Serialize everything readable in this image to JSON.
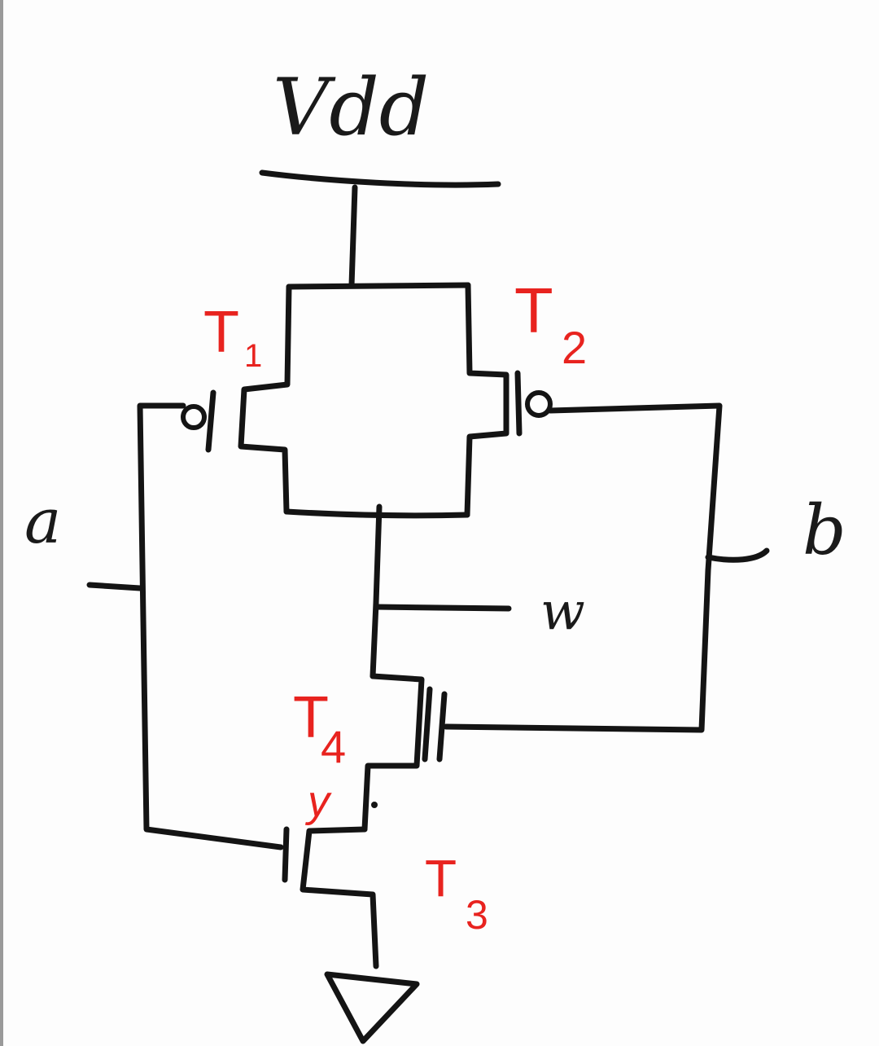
{
  "supply": {
    "label": "Vdd"
  },
  "inputs": {
    "a": "a",
    "b": "b"
  },
  "outputs": {
    "w": "w",
    "y": "y"
  },
  "transistors": [
    {
      "name": "T",
      "sub": "1"
    },
    {
      "name": "T",
      "sub": "2"
    },
    {
      "name": "T",
      "sub": "3"
    },
    {
      "name": "T",
      "sub": "4"
    }
  ],
  "colors": {
    "ink": "#141414",
    "annotation": "#e8231f",
    "paper": "#fdfdfd"
  }
}
